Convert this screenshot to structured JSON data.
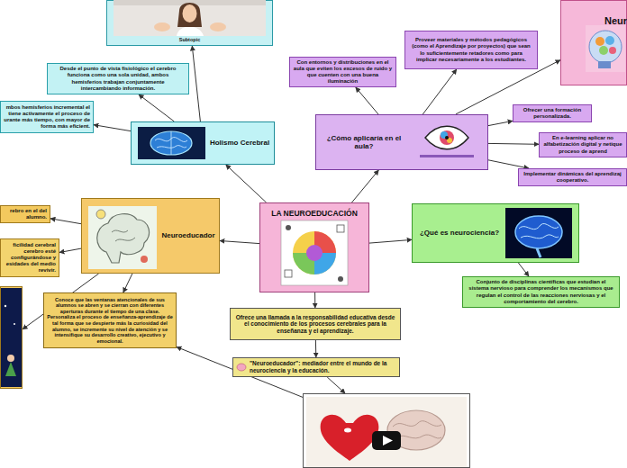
{
  "diagram": {
    "nodes": [
      {
        "text": [
          "Subtopic"
        ]
      },
      {
        "text": [
          "Neur"
        ]
      },
      {
        "text": [
          "Proveer materiales y métodos pedagógicos (como el Aprendizaje por proyectos) que sean lo suficientemente retadores como para implicar necesariamente a los estudiantes."
        ]
      },
      {
        "text": [
          "Con entornos y distribuciones en el aula que eviten los excesos de ruido y que cuenten con una buena iluminación"
        ]
      },
      {
        "text": [
          "Desde el punto de vista fisiológico el cerebro funciona como una sola unidad, ambos hemisferios trabajan conjuntamente intercambiando información."
        ]
      },
      {
        "text": [
          "Ofrecer una formación personalizada."
        ]
      },
      {
        "text": [
          "mbos hemisferios incremental el tiene activamente el proceso de urante más tiempo, con mayor de forma más eficient."
        ]
      },
      {
        "text": [
          "¿Cómo aplicaría en el aula?"
        ]
      },
      {
        "text": [
          "Holismo Cerebral"
        ]
      },
      {
        "text": [
          "En e-learning aplicar no alfabetización digital y netique proceso de aprend"
        ]
      },
      {
        "text": [
          "Implementar dinámicas del aprendizaj cooperativo."
        ]
      },
      {
        "text": [
          "rebro en el del alumno."
        ]
      },
      {
        "text": [
          "Neuroeducador"
        ]
      },
      {
        "text": [
          "LA NEUROEDUCACIÓN"
        ]
      },
      {
        "text": [
          "¿Qué es neurociencia?"
        ]
      },
      {
        "text": [
          "ficilidad cerebral cerebro esté configurándose y esidades del medio revivir."
        ]
      },
      {
        "text": [
          "Conjunto de disciplinas científicas que estudian el sistema nervioso para comprender los mecanismos que regulan el control de las reacciones nerviosas y el comportamiento del cerebro."
        ]
      },
      {
        "text": []
      },
      {
        "text": [
          "Conoce que las ventanas atencionales de sus alumnos se abren y se cierran con diferentes aperturas durante el tiempo de una clase. Personaliza el proceso de enseñanza-aprendizaje de tal forma que se despierte más la curiosidad del alumno, se incremente su nivel de atención y se intensifique su desarrollo creativo, ejecutivo y emocional."
        ]
      },
      {
        "text": [
          "Ofrece una llamada a la responsabilidad educativa desde el conocimiento de los procesos cerebrales para la enseñanza y el aprendizaje."
        ]
      },
      {
        "text": [
          "\"Neuroeducador\": mediador entre el mundo de la neurociencia y la educación."
        ]
      },
      {
        "text": []
      }
    ],
    "edges": [
      {
        "from": 13,
        "to": 8,
        "arrow": "to"
      },
      {
        "from": 8,
        "to": 0,
        "arrow": "to"
      },
      {
        "from": 8,
        "to": 4,
        "arrow": "to"
      },
      {
        "from": 8,
        "to": 6,
        "arrow": "to"
      },
      {
        "from": 13,
        "to": 12,
        "arrow": "to"
      },
      {
        "from": 12,
        "to": 11,
        "arrow": "to"
      },
      {
        "from": 12,
        "to": 15,
        "arrow": "to"
      },
      {
        "from": 12,
        "to": 17,
        "arrow": "to"
      },
      {
        "from": 12,
        "to": 18,
        "arrow": "to"
      },
      {
        "from": 13,
        "to": 7,
        "arrow": "to"
      },
      {
        "from": 7,
        "to": 3,
        "arrow": "to"
      },
      {
        "from": 7,
        "to": 2,
        "arrow": "to"
      },
      {
        "from": 7,
        "to": 5,
        "arrow": "to"
      },
      {
        "from": 7,
        "to": 9,
        "arrow": "to"
      },
      {
        "from": 7,
        "to": 10,
        "arrow": "to"
      },
      {
        "from": 7,
        "to": 1,
        "arrow": "to"
      },
      {
        "from": 13,
        "to": 14,
        "arrow": "to"
      },
      {
        "from": 14,
        "to": 16,
        "arrow": "to"
      },
      {
        "from": 13,
        "to": 19,
        "arrow": "to"
      },
      {
        "from": 19,
        "to": 20,
        "arrow": "to"
      },
      {
        "from": 20,
        "to": 21,
        "arrow": "to"
      },
      {
        "from": 21,
        "to": 18,
        "arrow": "to"
      }
    ]
  }
}
